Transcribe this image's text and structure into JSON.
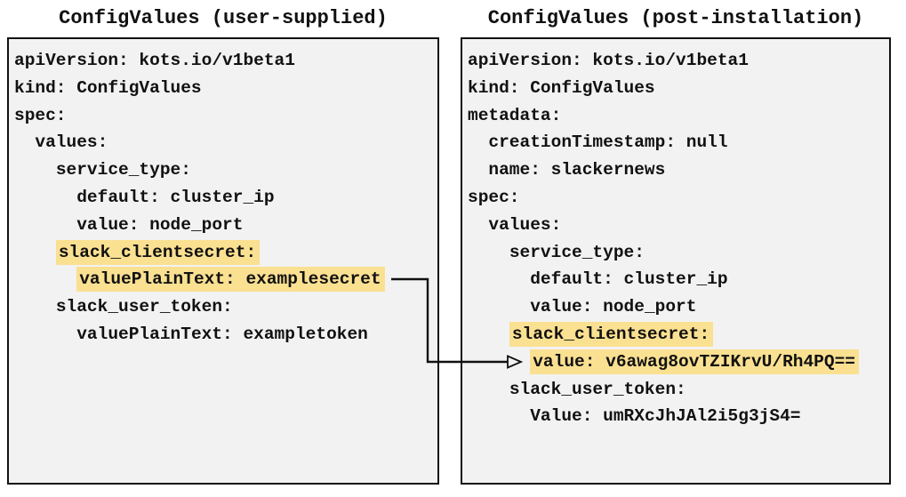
{
  "colors": {
    "page_bg": "#ffffff",
    "panel_bg": "#f2f2f2",
    "panel_border": "#111111",
    "text": "#111111",
    "highlight": "#fae091",
    "arrow": "#111111"
  },
  "panels": [
    {
      "id": "user-supplied",
      "title": "ConfigValues (user-supplied)",
      "lines": [
        {
          "indent": 0,
          "text": "apiVersion: kots.io/v1beta1",
          "highlight": false
        },
        {
          "indent": 0,
          "text": "kind: ConfigValues",
          "highlight": false
        },
        {
          "indent": 0,
          "text": "spec:",
          "highlight": false
        },
        {
          "indent": 2,
          "text": "values:",
          "highlight": false
        },
        {
          "indent": 4,
          "text": "service_type:",
          "highlight": false
        },
        {
          "indent": 6,
          "text": "default: cluster_ip",
          "highlight": false
        },
        {
          "indent": 6,
          "text": "value: node_port",
          "highlight": false
        },
        {
          "indent": 4,
          "text": "slack_clientsecret:",
          "highlight": true
        },
        {
          "indent": 6,
          "text": "valuePlainText: examplesecret",
          "highlight": true
        },
        {
          "indent": 4,
          "text": "slack_user_token:",
          "highlight": false
        },
        {
          "indent": 6,
          "text": "valuePlainText: exampletoken",
          "highlight": false
        }
      ]
    },
    {
      "id": "post-installation",
      "title": "ConfigValues (post-installation)",
      "lines": [
        {
          "indent": 0,
          "text": "apiVersion: kots.io/v1beta1",
          "highlight": false
        },
        {
          "indent": 0,
          "text": "kind: ConfigValues",
          "highlight": false
        },
        {
          "indent": 0,
          "text": "metadata:",
          "highlight": false
        },
        {
          "indent": 2,
          "text": "creationTimestamp: null",
          "highlight": false
        },
        {
          "indent": 2,
          "text": "name: slackernews",
          "highlight": false
        },
        {
          "indent": 0,
          "text": "spec:",
          "highlight": false
        },
        {
          "indent": 2,
          "text": "values:",
          "highlight": false
        },
        {
          "indent": 4,
          "text": "service_type:",
          "highlight": false
        },
        {
          "indent": 6,
          "text": "default: cluster_ip",
          "highlight": false
        },
        {
          "indent": 6,
          "text": "value: node_port",
          "highlight": false
        },
        {
          "indent": 4,
          "text": "slack_clientsecret:",
          "highlight": true
        },
        {
          "indent": 6,
          "text": "value: v6awag8ovTZIKrvU/Rh4PQ==",
          "highlight": true
        },
        {
          "indent": 4,
          "text": "slack_user_token:",
          "highlight": false
        },
        {
          "indent": 6,
          "text": "Value: umRXcJhJAl2i5g3jS4=",
          "highlight": false
        }
      ]
    }
  ],
  "arrow": {
    "from_line": "valuePlainText: examplesecret",
    "to_line": "value: v6awag8ovTZIKrvU/Rh4PQ=="
  }
}
